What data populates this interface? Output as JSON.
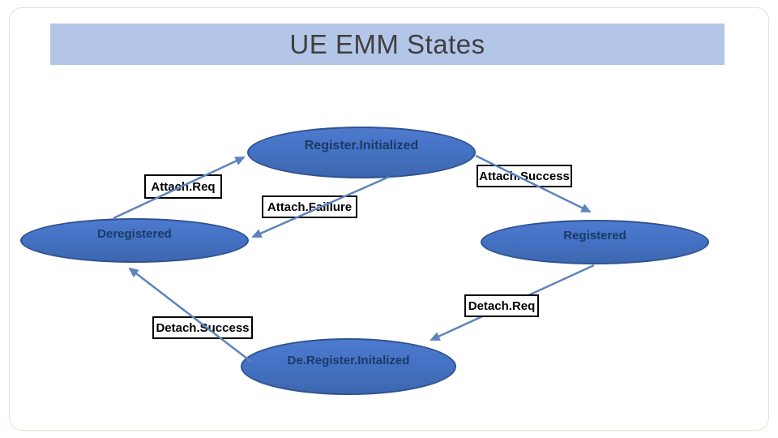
{
  "slide": {
    "title": "UE EMM States"
  },
  "colors": {
    "title_bar_bg": "#b4c6e7",
    "title_text": "#3f3f3f",
    "state_fill": "#4472c4",
    "state_border": "#2f528f",
    "state_text": "#1b3a66",
    "connector": "#5f83bd",
    "label_bg": "#ffffff",
    "label_border": "#000000",
    "label_text": "#000000"
  },
  "states": {
    "register_initialized": {
      "label": "Register.Initialized"
    },
    "deregistered": {
      "label": "Deregistered"
    },
    "registered": {
      "label": "Registered"
    },
    "deregister_initalized": {
      "label": "De.Register.Initalized"
    }
  },
  "transitions": {
    "attach_req": {
      "label": "Attach.Req"
    },
    "attach_success": {
      "label": "Attach.Success"
    },
    "attach_faillure": {
      "label": "Attach.Faillure"
    },
    "detach_req": {
      "label": "Detach.Req"
    },
    "detach_success": {
      "label": "Detach.Success"
    }
  }
}
